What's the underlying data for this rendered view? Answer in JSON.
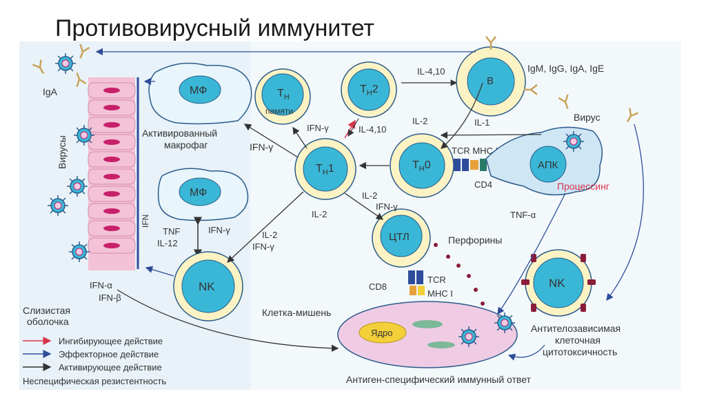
{
  "title": "Противовирусный иммунитет",
  "labels": {
    "iga": "IgA",
    "viruses_vertical": "Вирусы",
    "ifn_vertical": "IFN",
    "mf": "МФ",
    "activated_macrophage_1": "Активированный",
    "activated_macrophage_2": "макрофаг",
    "ifn_gamma": "IFN-γ",
    "th_memory_main": "T",
    "th_memory_sub": "H",
    "th_memory_label": "памяти",
    "th2_main": "T",
    "th2_sub": "H",
    "th2_suffix": "2",
    "b_cell": "B",
    "il4_10_top": "IL-4,10",
    "immunoglobulins": "IgM, IgG, IgA, IgE",
    "il1": "IL-1",
    "virus": "Вирус",
    "il2_top": "IL-2",
    "ifn_gamma_th": "IFN-γ",
    "il4_10_mid": "IL-4,10",
    "th1_main": "T",
    "th1_sub": "H",
    "th1_suffix": "1",
    "th0_main": "T",
    "th0_sub": "H",
    "th0_suffix": "0",
    "tcr_mhc2": "TCR MHC II",
    "cd4": "CD4",
    "apc": "АПК",
    "processing": "Процессинг",
    "tnf": "TNF",
    "il12": "IL-12",
    "ifn_gamma_mf2": "IFN-γ",
    "il2_th1": "IL-2",
    "il2_ctl": "IL-2",
    "ifn_gamma_ctl": "IFN-γ",
    "il2_nk": "IL-2",
    "ifn_gamma_nk": "IFN-γ",
    "tnf_alpha": "TNF-α",
    "ctl": "ЦТЛ",
    "perforins": "Перфорины",
    "cd8": "CD8",
    "tcr": "TCR",
    "mhc1": "MHC I",
    "nk": "NK",
    "ifn_alpha": "IFN-α",
    "ifn_beta": "IFN-β",
    "target_cell": "Клетка-мишень",
    "nucleus": "Ядро",
    "adcc_1": "Антителозависимая",
    "adcc_2": "клеточная",
    "adcc_3": "цитотоксичность",
    "mucosa_1": "Слизистая",
    "mucosa_2": "оболочка",
    "legend_inhibiting": "Ингибирующее действие",
    "legend_effector": "Эффекторное действие",
    "legend_activating": "Активирующее действие",
    "nonspecific": "Неспецифическая резистентность",
    "specific": "Антиген-специфический иммунный ответ"
  },
  "colors": {
    "cell_fill": "#3ab7d6",
    "cell_ring": "#fbf3c4",
    "background_tint": "#e8f2f8",
    "effector": "#2e4c9a",
    "inhibiting": "#d8344c",
    "activating": "#2a2a2a",
    "epithelium": "#f3c2d6",
    "epithelium_nucleus": "#c8206a",
    "nucleus_yellow": "#f3cf3a",
    "target_cell": "#f0cce4"
  },
  "icons": [
    "virus-icon",
    "antibody-icon",
    "arrow-icon"
  ]
}
